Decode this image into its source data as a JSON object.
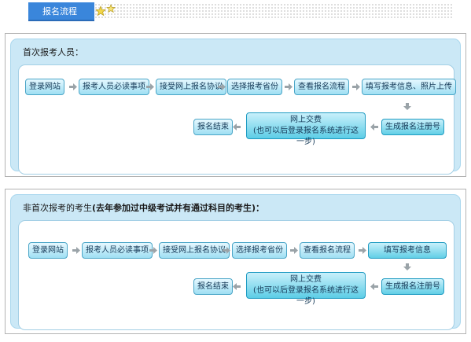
{
  "header": {
    "tab_label": "报名流程",
    "star_icons": [
      "star-icon",
      "star-icon"
    ]
  },
  "section1": {
    "title": "首次报考人员：",
    "row1": [
      "登录网站",
      "报考人员必读事项",
      "接受网上报名协议",
      "选择报考省份",
      "查看报名流程",
      "填写报考信息、照片上传"
    ],
    "row2_right": "生成报名注册号",
    "row2_middle_line1": "网上交费",
    "row2_middle_line2": "(也可以后登录报名系统进行这一步)",
    "row2_left": "报名结束"
  },
  "section2": {
    "title_normal": "非首次报考的考生",
    "title_bold": "(去年参加过中级考试并有通过科目的考生)：",
    "row1": [
      "登录网站",
      "报考人员必读事项",
      "接受网上报名协议",
      "选择报考省份",
      "查看报名流程",
      "填写报考信息"
    ],
    "row2_right": "生成报名注册号",
    "row2_middle_line1": "网上交费",
    "row2_middle_line2": "(也可以后登录报名系统进行这一步)",
    "row2_left": "报名结束"
  },
  "colors": {
    "tab_bg": "#3a86db",
    "panel_bg": "#cbe8f6",
    "step_bg": "#9fdff3",
    "arrow": "#9aa3a8"
  }
}
